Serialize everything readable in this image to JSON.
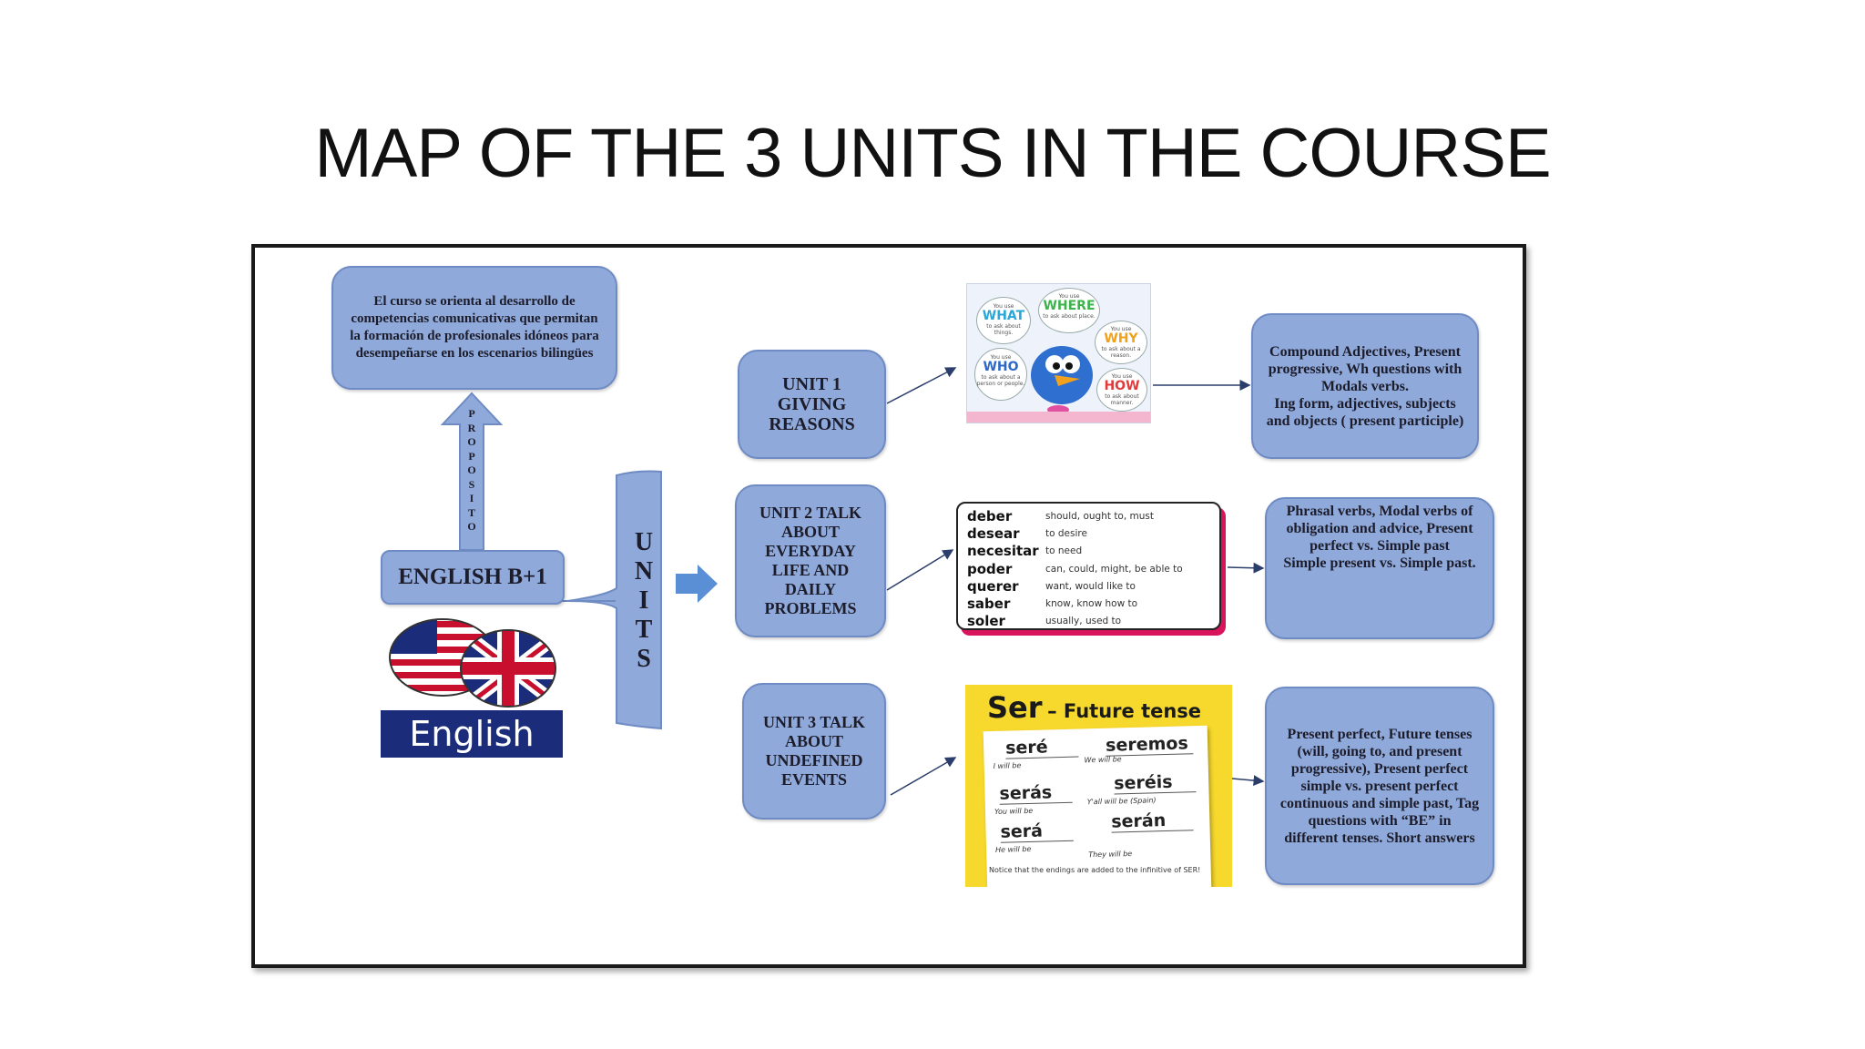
{
  "title": "MAP OF THE 3 UNITS IN THE COURSE",
  "purpose_box": "El curso se orienta al desarrollo de competencias comunicativas que permitan la formación de profesionales idóneos para desempeñarse en los escenarios bilingües",
  "proposito_letters": [
    "P",
    "R",
    "O",
    "P",
    "O",
    "S",
    "I",
    "T",
    "O"
  ],
  "course_box": "ENGLISH B+1",
  "logo_text": "English",
  "units_letters": [
    "U",
    "N",
    "I",
    "T",
    "S"
  ],
  "unit1": "UNIT 1 GIVING REASONS",
  "unit2": "UNIT 2 TALK ABOUT EVERYDAY LIFE AND DAILY PROBLEMS",
  "unit3": "UNIT 3 TALK ABOUT UNDEFINED EVENTS",
  "question_words": [
    {
      "word": "WHAT",
      "sub": "You use / to ask about things.",
      "color": "#2aa6d8"
    },
    {
      "word": "WHERE",
      "sub": "You use / to ask about place.",
      "color": "#3bb34a"
    },
    {
      "word": "WHY",
      "sub": "You use / to ask about a reason.",
      "color": "#f0a21b"
    },
    {
      "word": "WHO",
      "sub": "You use / to ask about a person or people.",
      "color": "#2e68c7"
    },
    {
      "word": "HOW",
      "sub": "You use / to ask about manner.",
      "color": "#e03a3a"
    }
  ],
  "modal_verbs": [
    {
      "verb": "deber",
      "meaning": "should, ought to, must"
    },
    {
      "verb": "desear",
      "meaning": "to desire"
    },
    {
      "verb": "necesitar",
      "meaning": "to need"
    },
    {
      "verb": "poder",
      "meaning": "can, could, might, be able to"
    },
    {
      "verb": "querer",
      "meaning": "want, would like to"
    },
    {
      "verb": "saber",
      "meaning": "know, know how to"
    },
    {
      "verb": "soler",
      "meaning": "usually, used to"
    }
  ],
  "ser_future": {
    "title_main": "Ser",
    "title_rest": "– Future tense",
    "forms": [
      {
        "form": "seré",
        "translation": "I will be"
      },
      {
        "form": "seremos",
        "translation": "We will be"
      },
      {
        "form": "serás",
        "translation": "You will be"
      },
      {
        "form": "seréis",
        "translation": "Y'all will be (Spain)"
      },
      {
        "form": "será",
        "translation": "He will be"
      },
      {
        "form": "serán",
        "translation": "They will be"
      }
    ],
    "note": "Notice that the endings are added to the infinitive of SER!"
  },
  "unit1_topics": "Compound Adjectives, Present progressive, Wh questions with Modals verbs.\nIng form, adjectives, subjects and objects ( present participle)",
  "unit2_topics": "Phrasal verbs, Modal verbs of obligation and advice, Present perfect vs. Simple past\nSimple present vs. Simple past.",
  "unit3_topics": "Present perfect, Future tenses (will, going to, and present progressive), Present perfect simple vs. present perfect continuous and simple past, Tag questions with “BE” in different tenses. Short answers",
  "colors": {
    "box_fill": "#8fa9da",
    "box_border": "#6f8bc4",
    "arrow": "#5a8fd6",
    "accent_pink": "#d8145c",
    "ser_yellow": "#f7d82c"
  }
}
